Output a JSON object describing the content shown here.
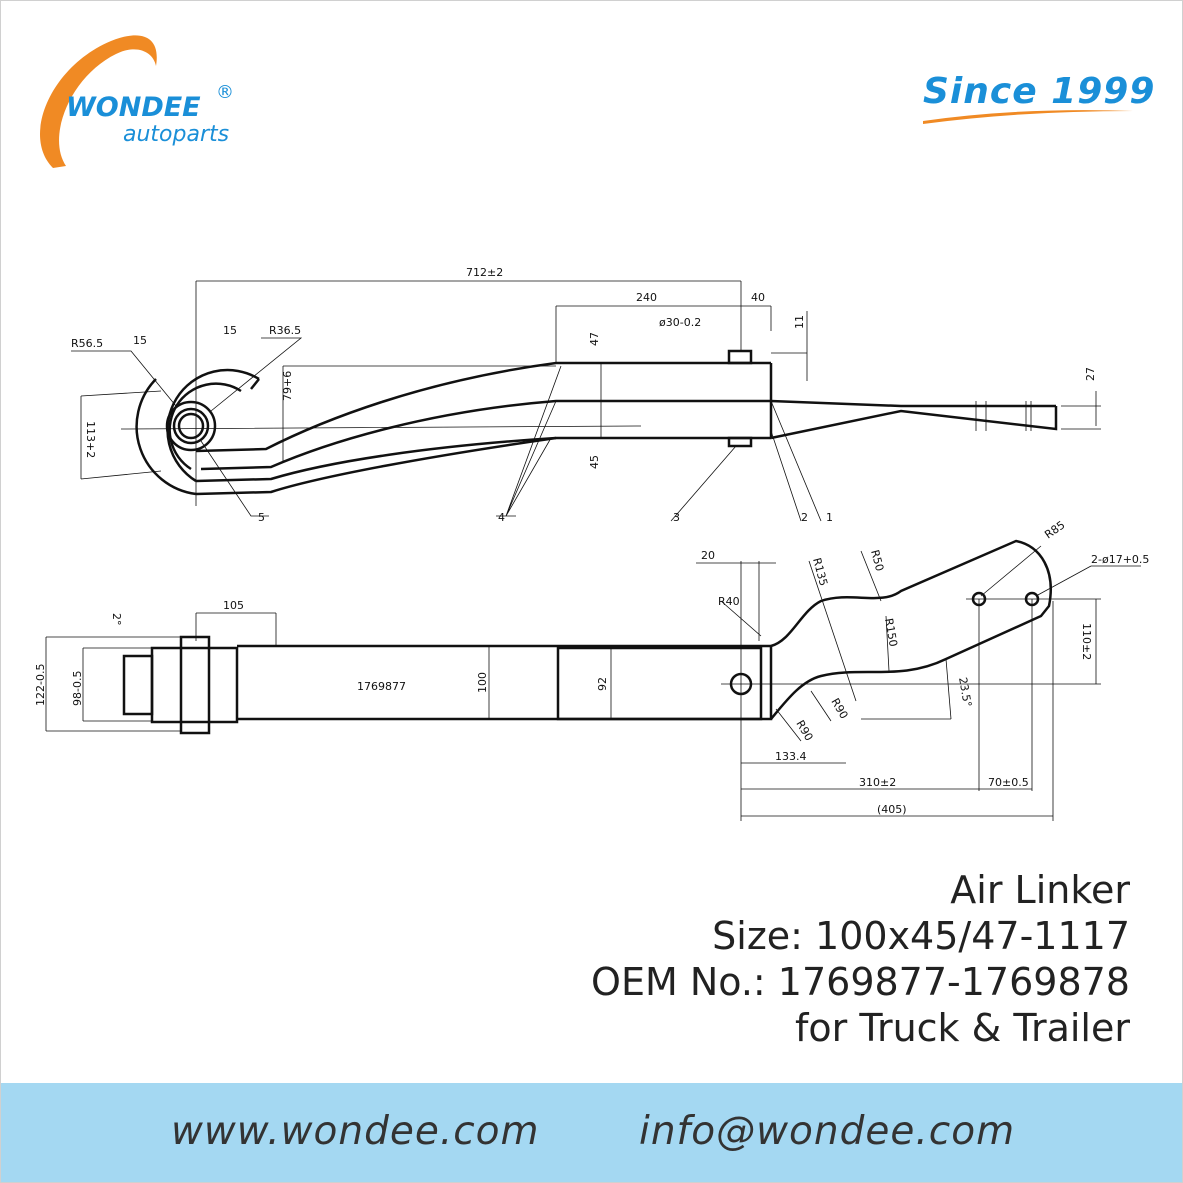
{
  "brand": {
    "name": "WONDEE",
    "sub": "autoparts",
    "registered": "®",
    "since": "Since 1999",
    "orange": "#f08a24",
    "blue": "#1a8fd8"
  },
  "drawing": {
    "top_view": {
      "dims": [
        "712±2",
        "240",
        "40",
        "ø30-0.2",
        "11",
        "47",
        "45",
        "27",
        "79+6",
        "113+2",
        "R56.5",
        "R36.5",
        "15",
        "15"
      ],
      "callouts": [
        "1",
        "2",
        "3",
        "4",
        "5"
      ]
    },
    "bottom_view": {
      "part_number": "1769877",
      "dims": [
        "105",
        "2°",
        "122-0.5",
        "98-0.5",
        "100",
        "92",
        "20",
        "R40",
        "R135",
        "R50",
        "R85",
        "2-ø17+0.5",
        "R150",
        "110±2",
        "23.5°",
        "R90",
        "R90",
        "133.4",
        "310±2",
        "70±0.5",
        "(405)"
      ]
    }
  },
  "product": {
    "name": "Air Linker",
    "size": "Size: 100x45/47-1117",
    "oem": "OEM No.: 1769877-1769878",
    "application": "for Truck & Trailer"
  },
  "footer": {
    "website": "www.wondee.com",
    "email": "info@wondee.com",
    "background": "#a4d8f2"
  }
}
